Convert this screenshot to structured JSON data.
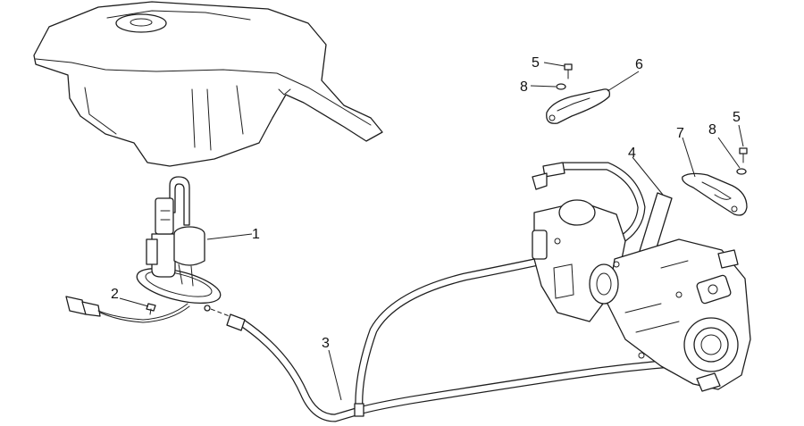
{
  "diagram": {
    "background": "#ffffff",
    "line_color": "#1e1e1e",
    "callouts": [
      {
        "id": "1",
        "label": "1"
      },
      {
        "id": "2",
        "label": "2"
      },
      {
        "id": "3",
        "label": "3"
      },
      {
        "id": "4",
        "label": "4"
      },
      {
        "id": "5a",
        "label": "5"
      },
      {
        "id": "5b",
        "label": "5"
      },
      {
        "id": "6",
        "label": "6"
      },
      {
        "id": "7",
        "label": "7"
      },
      {
        "id": "8a",
        "label": "8"
      },
      {
        "id": "8b",
        "label": "8"
      }
    ],
    "parts": [
      {
        "name": "fuel-tank"
      },
      {
        "name": "fuel-pump"
      },
      {
        "name": "screw"
      },
      {
        "name": "fuel-hose"
      },
      {
        "name": "vent-pipe"
      },
      {
        "name": "bolt"
      },
      {
        "name": "bracket"
      },
      {
        "name": "washer"
      },
      {
        "name": "throttle-body"
      }
    ]
  }
}
